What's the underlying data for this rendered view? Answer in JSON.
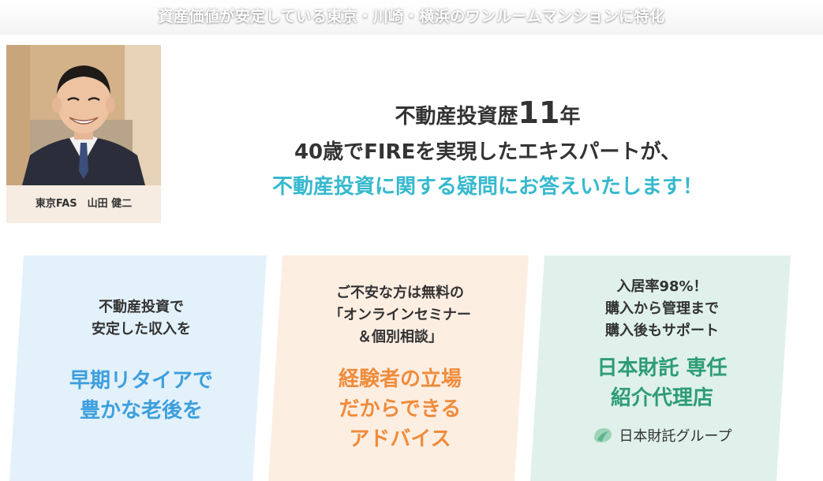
{
  "banner": {
    "text": "資産価値が安定している東京・川崎・横浜のワンルームマンションに特化"
  },
  "profile": {
    "caption": "東京FAS　山田 健二"
  },
  "headline": {
    "line1_prefix": "不動産投資歴",
    "line1_number": "11",
    "line1_suffix": "年",
    "line2": "40歳でFIREを実現したエキスパートが、",
    "line3": "不動産投資に関する疑問にお答えいたします！"
  },
  "cards": [
    {
      "intro": "不動産投資で\n安定した収入を",
      "accent": "早期リタイアで\n豊かな老後を",
      "background": "#e3f1fb",
      "accent_color": "#3d9fdd"
    },
    {
      "intro": "ご不安な方は無料の\n「オンラインセミナー\n＆個別相談」",
      "accent": "経験者の立場\nだからできる\nアドバイス",
      "background": "#fdeee2",
      "accent_color": "#ef8c3c"
    },
    {
      "intro": "入居率98%！\n購入から管理まで\n購入後もサポート",
      "accent": "日本財託 専任\n紹介代理店",
      "background": "#dff1ea",
      "accent_color": "#2e9c76",
      "logo_text": "日本財託グループ"
    }
  ],
  "colors": {
    "headline_accent": "#37b9ce",
    "profile_bg": "#f6ece1"
  },
  "icons": {
    "group_logo": "leaf-mark-icon"
  }
}
